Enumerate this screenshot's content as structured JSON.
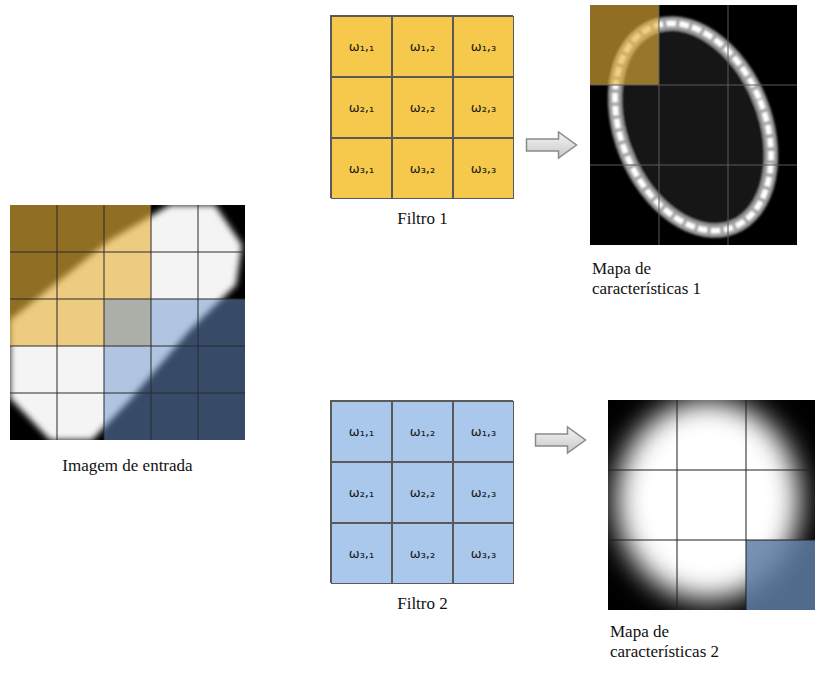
{
  "diagram": {
    "nodes": [
      {
        "text": [
          "Imagem de entrada"
        ]
      },
      {
        "text": [
          "Filtro 1"
        ]
      },
      {
        "text": [
          "ω₁,₁"
        ],
        "in": 1
      },
      {
        "text": [
          "ω₁,₂"
        ],
        "in": 1
      },
      {
        "text": [
          "ω₁,₃"
        ],
        "in": 1
      },
      {
        "text": [
          "ω₂,₁"
        ],
        "in": 1
      },
      {
        "text": [
          "ω₂,₂"
        ],
        "in": 1
      },
      {
        "text": [
          "ω₂,₃"
        ],
        "in": 1
      },
      {
        "text": [
          "ω₃,₁"
        ],
        "in": 1
      },
      {
        "text": [
          "ω₃,₂"
        ],
        "in": 1
      },
      {
        "text": [
          "ω₃,₃"
        ],
        "in": 1
      },
      {
        "text": [
          "Mapa de características 1"
        ]
      },
      {
        "text": [
          "Filtro 2"
        ]
      },
      {
        "text": [
          "ω₁,₁"
        ],
        "in": 12
      },
      {
        "text": [
          "ω₁,₂"
        ],
        "in": 12
      },
      {
        "text": [
          "ω₁,₃"
        ],
        "in": 12
      },
      {
        "text": [
          "ω₂,₁"
        ],
        "in": 12
      },
      {
        "text": [
          "ω₂,₂"
        ],
        "in": 12
      },
      {
        "text": [
          "ω₂,₃"
        ],
        "in": 12
      },
      {
        "text": [
          "ω₃,₁"
        ],
        "in": 12
      },
      {
        "text": [
          "ω₃,₂"
        ],
        "in": 12
      },
      {
        "text": [
          "ω₃,₃"
        ],
        "in": 12
      },
      {
        "text": [
          "Mapa de características 2"
        ]
      }
    ],
    "edges": [
      {
        "from": 1,
        "to": 11,
        "arrow": "to"
      },
      {
        "from": 12,
        "to": 22,
        "arrow": "to"
      }
    ]
  }
}
